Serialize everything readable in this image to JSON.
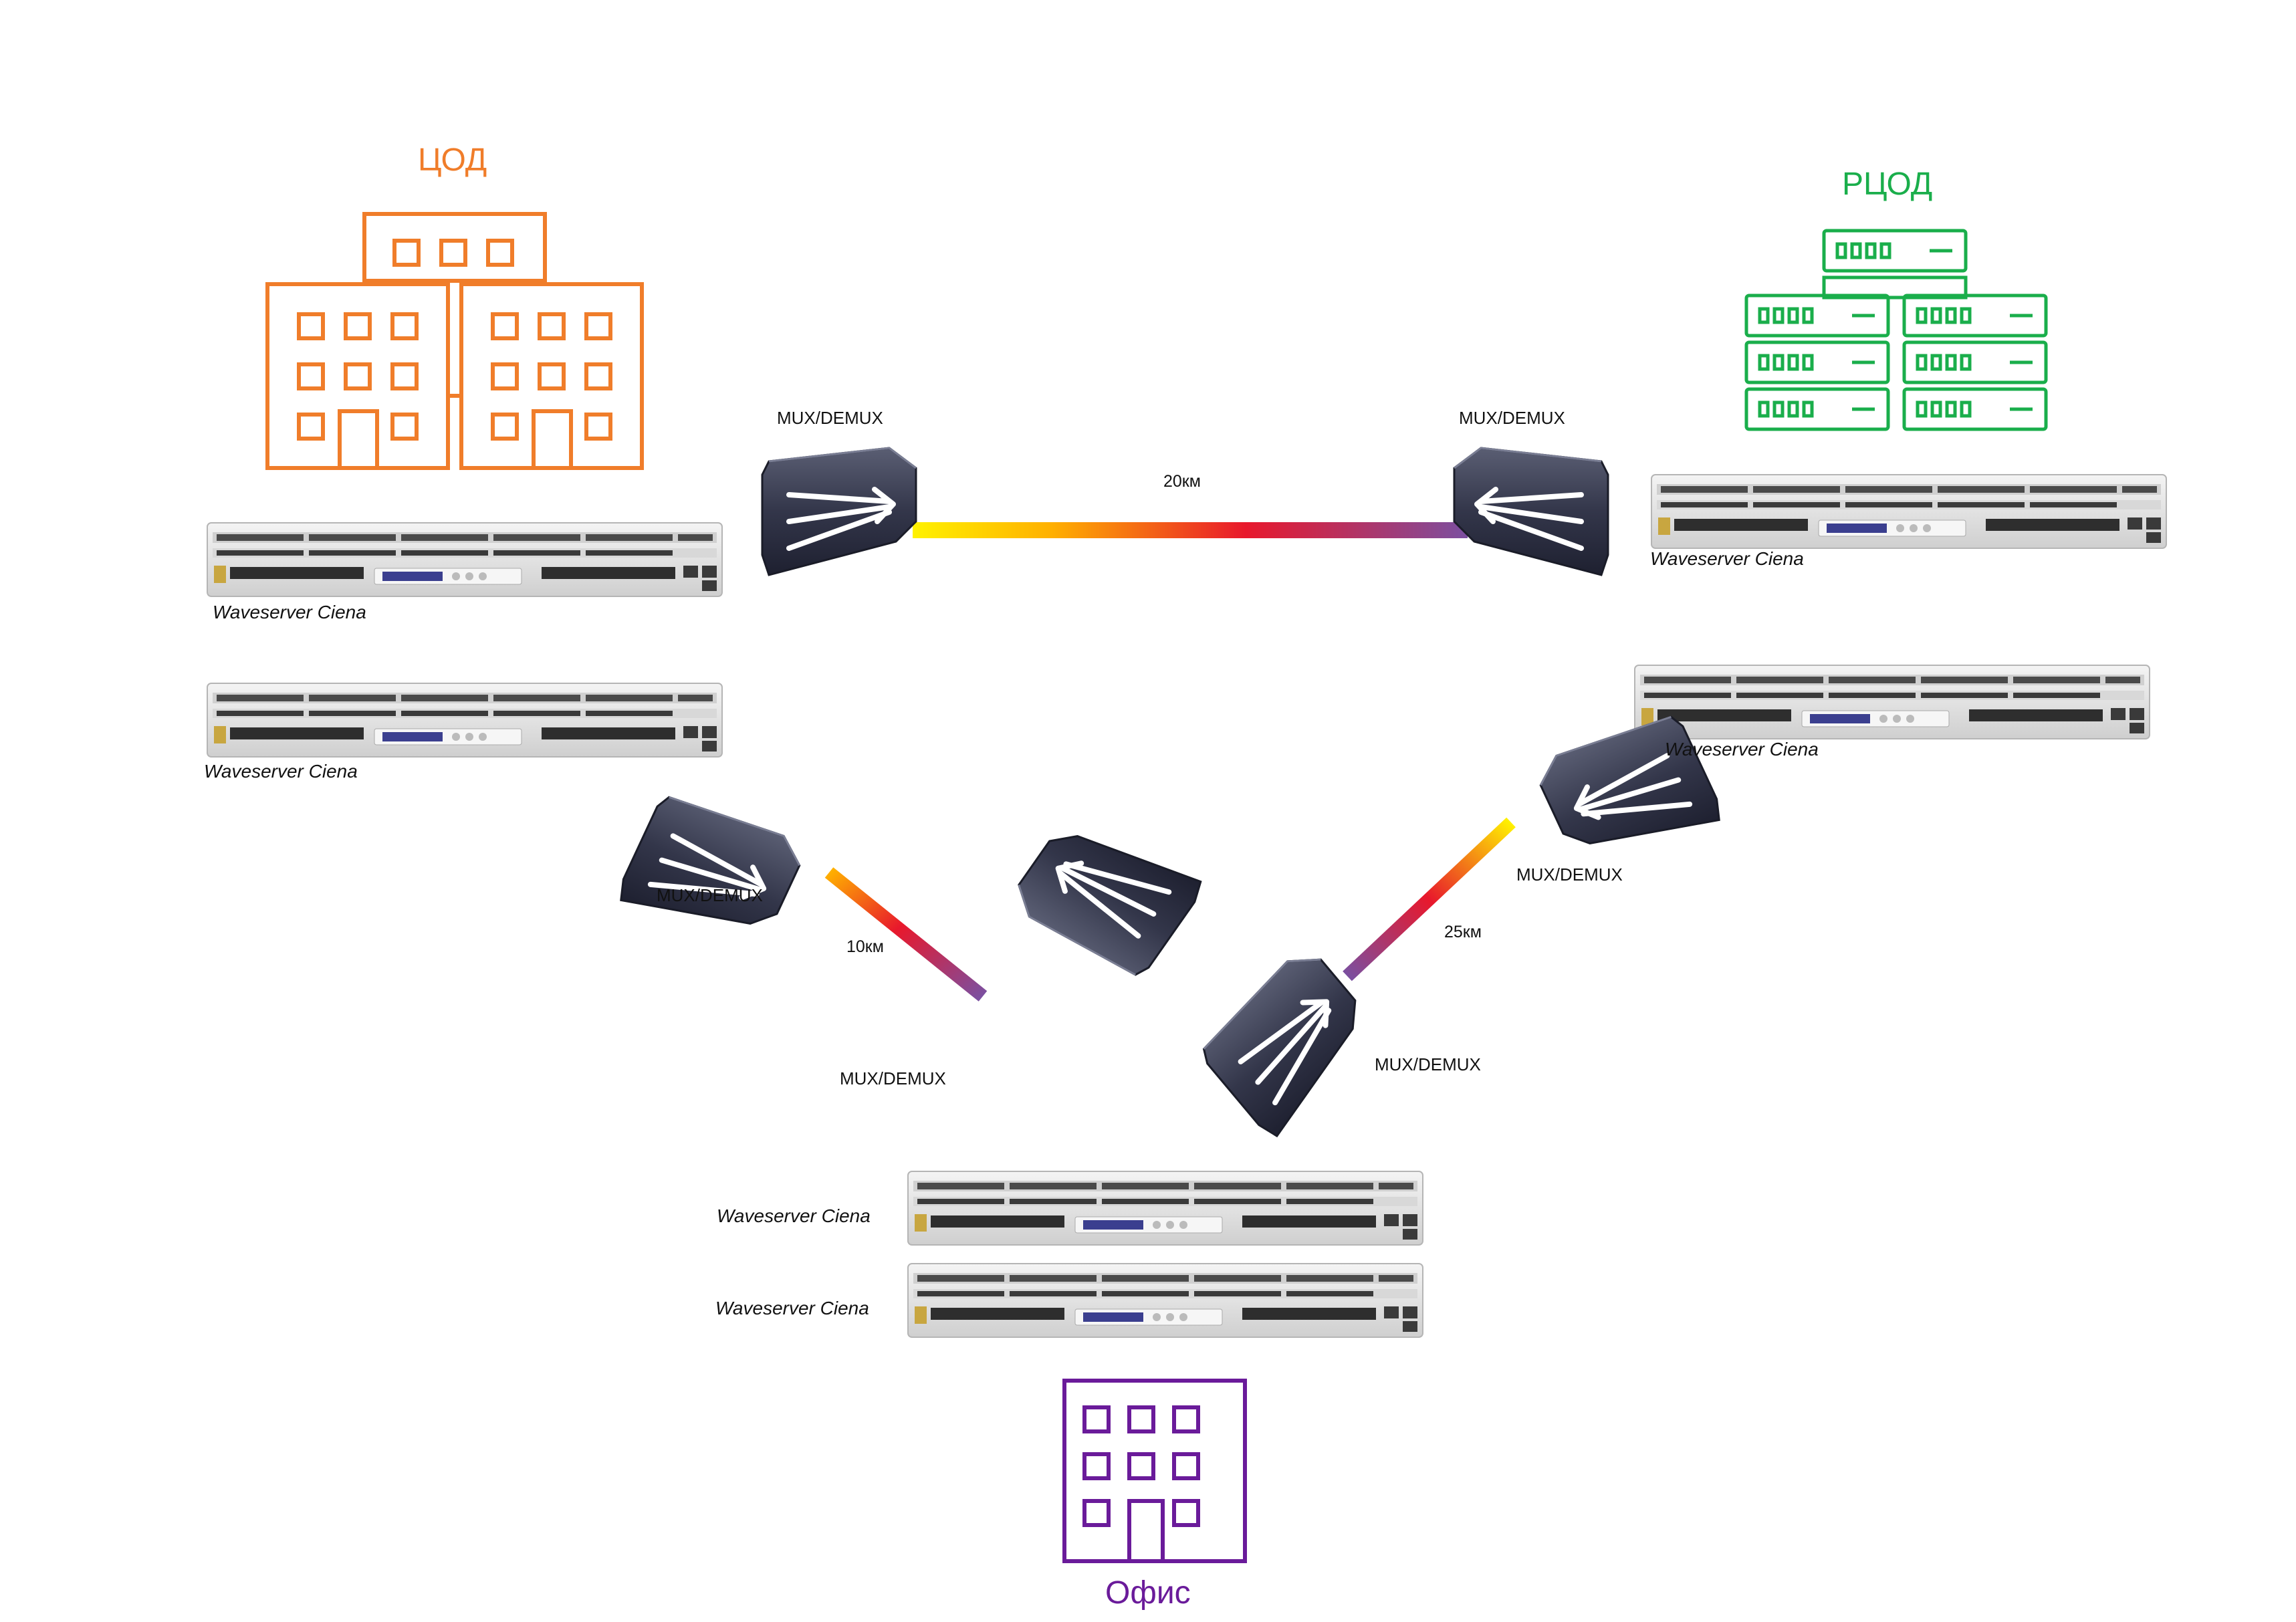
{
  "sites": {
    "cod": {
      "title": "ЦОД",
      "color": "#F07D2A"
    },
    "rcod": {
      "title": "РЦОД",
      "color": "#1AAE4B"
    },
    "office": {
      "title": "Офис",
      "color": "#6A1B9A"
    }
  },
  "devices": {
    "cod_top": "Waveserver Ciena",
    "cod_bottom": "Waveserver Ciena",
    "rcod_top": "Waveserver Ciena",
    "rcod_bottom": "Waveserver Ciena",
    "office_top": "Waveserver Ciena",
    "office_bottom": "Waveserver Ciena"
  },
  "mux": {
    "top_left": "MUX/DEMUX",
    "top_right": "MUX/DEMUX",
    "mid_left": "MUX/DEMUX",
    "mid_right": "MUX/DEMUX",
    "bottom_left": "MUX/DEMUX",
    "bottom_right": "MUX/DEMUX"
  },
  "links": {
    "cod_rcod": "20км",
    "cod_office": "10км",
    "rcod_office": "25км"
  },
  "colors": {
    "fiber_start": "#FFEE00",
    "fiber_mid": "#E8182C",
    "fiber_end": "#7B4FA0",
    "mux_body": "#3A3D4F"
  }
}
